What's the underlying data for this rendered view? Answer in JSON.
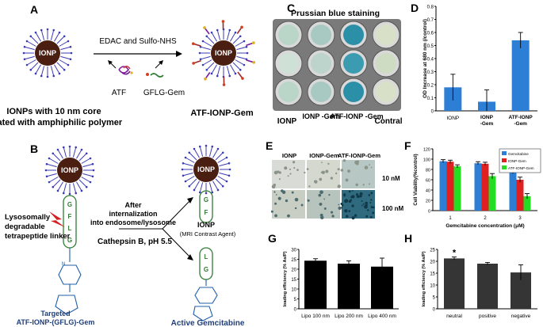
{
  "panels": {
    "A": {
      "label": "A",
      "core": "IONP",
      "reagents": "EDAC and Sulfo-NHS",
      "atf": "ATF",
      "gflg": "GFLG-Gem",
      "caption_line1": "IONPs with 10 nm core",
      "caption_line2": "Coated with amphiphilic polymer",
      "product": "ATF-IONP-Gem"
    },
    "B": {
      "label": "B",
      "core": "IONP",
      "linker_note_line1": "Lysosomally",
      "linker_note_line2": "degradable",
      "linker_note_line3": "tetrapeptide linker",
      "step_line1": "After",
      "step_line2": "internalization",
      "step_line3": "into endosome/lysosome",
      "enzyme": "Cathepsin B, pH 5.5",
      "targeted_line1": "Targeted",
      "targeted_line2": "ATF-IONP-(GFLG)-Gem",
      "product_core": "IONP",
      "product_note": "(MRI Contrast Agent)",
      "active": "Active Gemcitabine",
      "peptide_full": [
        "G",
        "F",
        "L",
        "G"
      ],
      "peptide_left": [
        "G",
        "F"
      ],
      "peptide_right": [
        "L",
        "G"
      ]
    },
    "C": {
      "label": "C",
      "title": "Prussian blue staining",
      "col_labels": [
        "IONP",
        "IONP -Gem",
        "ATF-IONP -Gem",
        "Contral"
      ]
    },
    "D": {
      "label": "D"
    },
    "E": {
      "label": "E",
      "col_labels": [
        "IONP",
        "IONP-Gem",
        "ATF-IONP-Gem"
      ],
      "row_labels": [
        "10 nM",
        "100 nM"
      ]
    },
    "F": {
      "label": "F"
    },
    "G": {
      "label": "G"
    },
    "H": {
      "label": "H"
    }
  },
  "colors": {
    "core": "#4a1f12",
    "polymer": "#3b3bb5",
    "chain": "#9a2a2a",
    "peptide": "#2e7d32",
    "gem": "#1f5faa",
    "bar_blue": "#2d7fd6",
    "bar_red": "#e02020",
    "bar_green": "#22dd22",
    "bar_dark": "#353535",
    "well_blue": "#2c8fa8",
    "well_light": "#b9d6c8"
  },
  "chart_data": [
    {
      "id": "D",
      "type": "bar",
      "categories": [
        "IONP",
        "IONP -Gem",
        "ATF-IONP -Gem"
      ],
      "values": [
        0.18,
        0.07,
        0.54
      ],
      "errors": [
        0.1,
        0.09,
        0.06
      ],
      "ylabel": "OD Increase at 680 nm (/control)",
      "yticks": [
        "0",
        "0.1",
        "0.2",
        "0.3",
        "0.4",
        "0.5",
        "0.6",
        "0.7",
        "0.8"
      ],
      "ylim": [
        0,
        0.8
      ]
    },
    {
      "id": "F",
      "type": "bar",
      "categories": [
        "1",
        "2",
        "3"
      ],
      "series": [
        {
          "name": "Gemcitabine",
          "values": [
            96,
            92,
            78
          ],
          "errors": [
            3,
            3,
            6
          ]
        },
        {
          "name": "IONP-Gem",
          "values": [
            95,
            91,
            60
          ],
          "errors": [
            3,
            3,
            5
          ]
        },
        {
          "name": "ATF-IONP-Gem",
          "values": [
            86,
            67,
            28
          ],
          "errors": [
            3,
            5,
            5
          ]
        }
      ],
      "xlabel": "Gemcitabine concentration (μM)",
      "ylabel": "Cell Viability(%control)",
      "yticks": [
        "0",
        "20",
        "40",
        "60",
        "80",
        "100",
        "120"
      ],
      "ylim": [
        0,
        120
      ],
      "legend": "top-right"
    },
    {
      "id": "G",
      "type": "bar",
      "categories": [
        "Lipo 100 nm",
        "Lipo 200 nm",
        "Lipo 400 nm"
      ],
      "values": [
        24.3,
        22.8,
        21.3
      ],
      "errors": [
        1.0,
        1.4,
        4.3
      ],
      "ylabel": "loading efficiency (% As/P)",
      "yticks": [
        "0",
        "5",
        "10",
        "15",
        "20",
        "25",
        "30"
      ],
      "ylim": [
        0,
        30
      ]
    },
    {
      "id": "H",
      "type": "bar",
      "categories": [
        "neutral",
        "positive",
        "negative"
      ],
      "values": [
        21.2,
        19.0,
        15.3
      ],
      "errors": [
        0.6,
        0.5,
        3.2
      ],
      "ylabel": "loading efficiency (% As/P)",
      "yticks": [
        "0",
        "5",
        "10",
        "15",
        "20",
        "25"
      ],
      "ylim": [
        0,
        25
      ],
      "annotation": "*"
    }
  ]
}
